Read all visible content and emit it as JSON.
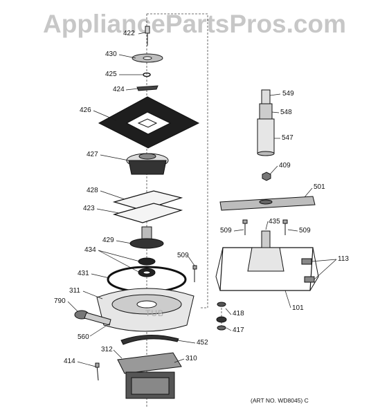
{
  "watermark": "AppliancePartsPros.com",
  "diagram_text": {
    "tub": "TUB",
    "art_no": "(ART NO. WD8045) C"
  },
  "part_labels": {
    "p422": "422",
    "p430": "430",
    "p425": "425",
    "p424": "424",
    "p426": "426",
    "p427": "427",
    "p428": "428",
    "p423": "423",
    "p429": "429",
    "p434": "434",
    "p431": "431",
    "p311": "311",
    "p790": "790",
    "p560": "560",
    "p312": "312",
    "p414": "414",
    "p310": "310",
    "p452": "452",
    "p509a": "509",
    "p418": "418",
    "p417": "417",
    "p549": "549",
    "p548": "548",
    "p547": "547",
    "p409": "409",
    "p501": "501",
    "p509b": "509",
    "p435": "435",
    "p509c": "509",
    "p113": "113",
    "p101": "101"
  },
  "colors": {
    "line": "#1a1a1a",
    "dark_part": "#2a2a2a",
    "light_part": "#cfcfcf",
    "watermark": "#9a9a9a"
  }
}
